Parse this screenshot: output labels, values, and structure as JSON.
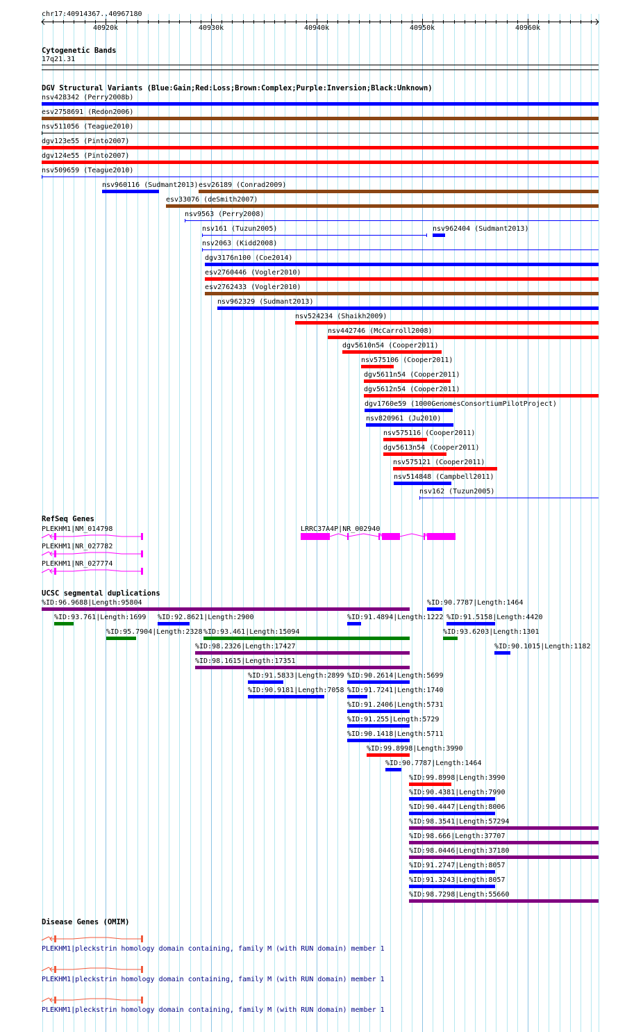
{
  "ruler": {
    "location": "chr17:40914367..40967180",
    "start_kb": 40914.367,
    "end_kb": 40967.18,
    "major_ticks": [
      {
        "kb": 40920,
        "label": "40920k"
      },
      {
        "kb": 40930,
        "label": "40930k"
      },
      {
        "kb": 40940,
        "label": "40940k"
      },
      {
        "kb": 40950,
        "label": "40950k"
      },
      {
        "kb": 40960,
        "label": "40960k"
      }
    ]
  },
  "colors": {
    "gain": "#0000ff",
    "loss": "#ff0000",
    "complex": "#8b4513",
    "inversion": "#800080",
    "unknown": "#000000",
    "green": "#008000",
    "refseq": "#ff00ff",
    "omim": "#f05a3c",
    "omim_text": "#000080",
    "grid": "#b4e8f0",
    "grid_major": "#8cc4e4"
  },
  "cytobands": {
    "title": "Cytogenetic Bands",
    "band": "17q21.31"
  },
  "dgv": {
    "title": "DGV Structural Variants (Blue:Gain;Red:Loss;Brown:Complex;Purple:Inversion;Black:Unknown)",
    "rows": [
      [
        {
          "label": "nsv428342 (Perry2008b)",
          "start": 40913.95,
          "end": 40966.71,
          "type": "gain"
        }
      ],
      [
        {
          "label": "esv2758691 (Redon2006)",
          "start": 40913.95,
          "end": 40966.71,
          "type": "complex"
        }
      ],
      [
        {
          "label": "nsv511056 (Teague2010)",
          "start": 40913.95,
          "end": 40966.71,
          "type": "unknown",
          "thin": true
        }
      ],
      [
        {
          "label": "dgv123e55 (Pinto2007)",
          "start": 40913.95,
          "end": 40966.71,
          "type": "loss"
        }
      ],
      [
        {
          "label": "dgv124e55 (Pinto2007)",
          "start": 40913.95,
          "end": 40966.71,
          "type": "loss"
        }
      ],
      [
        {
          "label": "nsv509659 (Teague2010)",
          "start": 40913.95,
          "end": 40966.71,
          "type": "gain",
          "thin": true
        }
      ],
      [
        {
          "label": "nsv960116 (Sudmant2013)",
          "start": 40919.67,
          "end": 40925.07,
          "type": "gain"
        },
        {
          "label": "esv26189 (Conrad2009)",
          "start": 40928.82,
          "end": 40966.71,
          "type": "complex"
        }
      ],
      [
        {
          "label": "esv33076 (deSmith2007)",
          "start": 40925.72,
          "end": 40966.71,
          "type": "complex"
        }
      ],
      [
        {
          "label": "nsv9563 (Perry2008)",
          "start": 40927.5,
          "end": 40966.71,
          "type": "gain",
          "thin": true
        }
      ],
      [
        {
          "label": "nsv161 (Tuzun2005)",
          "start": 40929.14,
          "end": 40950.46,
          "type": "gain",
          "thin": true
        },
        {
          "label": "nsv962404 (Sudmant2013)",
          "start": 40951.0,
          "end": 40952.17,
          "type": "gain"
        }
      ],
      [
        {
          "label": "nsv2063 (Kidd2008)",
          "start": 40929.14,
          "end": 40966.71,
          "type": "gain",
          "thin": true
        }
      ],
      [
        {
          "label": "dgv3176n100 (Coe2014)",
          "start": 40929.41,
          "end": 40966.71,
          "type": "gain"
        }
      ],
      [
        {
          "label": "esv2760446 (Vogler2010)",
          "start": 40929.41,
          "end": 40966.71,
          "type": "loss"
        }
      ],
      [
        {
          "label": "esv2762433 (Vogler2010)",
          "start": 40929.41,
          "end": 40966.71,
          "type": "complex"
        }
      ],
      [
        {
          "label": "nsv962329 (Sudmant2013)",
          "start": 40930.59,
          "end": 40966.71,
          "type": "gain"
        }
      ],
      [
        {
          "label": "nsv524234 (Shaikh2009)",
          "start": 40937.96,
          "end": 40966.71,
          "type": "loss"
        }
      ],
      [
        {
          "label": "nsv442746 (McCarroll2008)",
          "start": 40941.05,
          "end": 40966.71,
          "type": "loss"
        }
      ],
      [
        {
          "label": "dgv5610n54 (Cooper2011)",
          "start": 40942.43,
          "end": 40951.84,
          "type": "loss"
        }
      ],
      [
        {
          "label": "nsv575106 (Cooper2011)",
          "start": 40944.21,
          "end": 40947.3,
          "type": "loss"
        }
      ],
      [
        {
          "label": "dgv5611n54 (Cooper2011)",
          "start": 40944.47,
          "end": 40952.7,
          "type": "loss"
        }
      ],
      [
        {
          "label": "dgv5612n54 (Cooper2011)",
          "start": 40944.47,
          "end": 40966.71,
          "type": "loss"
        }
      ],
      [
        {
          "label": "dgv1760e59 (1000GenomesConsortiumPilotProject)",
          "start": 40944.54,
          "end": 40952.89,
          "type": "gain"
        }
      ],
      [
        {
          "label": "nsv820961 (Ju2010)",
          "start": 40944.67,
          "end": 40952.96,
          "type": "gain"
        }
      ],
      [
        {
          "label": "nsv575116 (Cooper2011)",
          "start": 40946.32,
          "end": 40950.46,
          "type": "loss"
        }
      ],
      [
        {
          "label": "dgv5613n54 (Cooper2011)",
          "start": 40946.32,
          "end": 40952.3,
          "type": "loss"
        }
      ],
      [
        {
          "label": "nsv575121 (Cooper2011)",
          "start": 40947.24,
          "end": 40957.11,
          "type": "loss"
        }
      ],
      [
        {
          "label": "nsv514848 (Campbell2011)",
          "start": 40947.3,
          "end": 40952.76,
          "type": "gain"
        }
      ],
      [
        {
          "label": "nsv162 (Tuzun2005)",
          "start": 40949.74,
          "end": 40966.71,
          "type": "gain",
          "thin": true
        }
      ]
    ]
  },
  "refseq": {
    "title": "RefSeq Genes",
    "genes": [
      {
        "label": "PLEKHM1|NM_014798",
        "start": 40913.95,
        "end": 40923.49,
        "row": 0
      },
      {
        "label": "PLEKHM1|NR_027782",
        "start": 40913.95,
        "end": 40923.49,
        "row": 1
      },
      {
        "label": "PLEKHM1|NR_027774",
        "start": 40913.95,
        "end": 40923.49,
        "row": 2
      },
      {
        "label": "LRRC37A4P|NR_002940",
        "start": 40938.49,
        "end": 40953.16,
        "row": 0,
        "exons": [
          [
            40938.49,
            40941.25
          ],
          [
            40942.89,
            40943.0
          ],
          [
            40945.85,
            40945.96
          ],
          [
            40946.17,
            40947.89
          ],
          [
            40950.13,
            40950.24
          ],
          [
            40950.46,
            40953.16
          ]
        ]
      }
    ]
  },
  "segdups": {
    "title": "UCSC segmental duplications",
    "rows": [
      [
        {
          "label": "%ID:96.9688|Length:95804",
          "start": 40913.95,
          "end": 40948.82,
          "color": "inversion"
        },
        {
          "label": "%ID:90.7787|Length:1464",
          "start": 40950.46,
          "end": 40951.91,
          "color": "gain"
        }
      ],
      [
        {
          "label": "%ID:93.761|Length:1699",
          "start": 40915.13,
          "end": 40916.97,
          "color": "green"
        },
        {
          "label": "%ID:92.8621|Length:2900",
          "start": 40924.93,
          "end": 40927.96,
          "color": "gain"
        },
        {
          "label": "%ID:91.4894|Length:1222",
          "start": 40942.89,
          "end": 40944.21,
          "color": "gain"
        },
        {
          "label": "%ID:91.5158|Length:4420",
          "start": 40952.3,
          "end": 40956.91,
          "color": "gain"
        }
      ],
      [
        {
          "label": "%ID:95.7904|Length:2328",
          "start": 40920.07,
          "end": 40922.89,
          "color": "green"
        },
        {
          "label": "%ID:93.461|Length:15094",
          "start": 40929.28,
          "end": 40948.82,
          "color": "green"
        },
        {
          "label": "%ID:93.6203|Length:1301",
          "start": 40951.97,
          "end": 40953.36,
          "color": "green"
        }
      ],
      [
        {
          "label": "%ID:98.2326|Length:17427",
          "start": 40928.49,
          "end": 40948.82,
          "color": "inversion"
        },
        {
          "label": "%ID:90.1015|Length:1182",
          "start": 40956.84,
          "end": 40958.36,
          "color": "gain"
        }
      ],
      [
        {
          "label": "%ID:98.1615|Length:17351",
          "start": 40928.49,
          "end": 40948.82,
          "color": "inversion"
        }
      ],
      [
        {
          "label": "%ID:91.5833|Length:2899",
          "start": 40933.49,
          "end": 40936.84,
          "color": "gain"
        },
        {
          "label": "%ID:90.2614|Length:5699",
          "start": 40942.89,
          "end": 40948.82,
          "color": "gain"
        }
      ],
      [
        {
          "label": "%ID:90.9181|Length:7058",
          "start": 40933.49,
          "end": 40940.72,
          "color": "gain"
        },
        {
          "label": "%ID:91.7241|Length:1740",
          "start": 40942.89,
          "end": 40944.8,
          "color": "gain"
        }
      ],
      [
        {
          "label": "%ID:91.2406|Length:5731",
          "start": 40942.89,
          "end": 40948.82,
          "color": "gain"
        }
      ],
      [
        {
          "label": "%ID:91.255|Length:5729",
          "start": 40942.89,
          "end": 40948.82,
          "color": "gain"
        }
      ],
      [
        {
          "label": "%ID:90.1418|Length:5711",
          "start": 40942.89,
          "end": 40948.82,
          "color": "gain"
        }
      ],
      [
        {
          "label": "%ID:99.8998|Length:3990",
          "start": 40944.74,
          "end": 40948.82,
          "color": "loss"
        }
      ],
      [
        {
          "label": "%ID:90.7787|Length:1464",
          "start": 40946.51,
          "end": 40948.03,
          "color": "gain"
        }
      ],
      [
        {
          "label": "%ID:99.8998|Length:3990",
          "start": 40948.75,
          "end": 40952.76,
          "color": "loss"
        }
      ],
      [
        {
          "label": "%ID:90.4381|Length:7990",
          "start": 40948.75,
          "end": 40956.91,
          "color": "gain"
        }
      ],
      [
        {
          "label": "%ID:90.4447|Length:8006",
          "start": 40948.75,
          "end": 40956.91,
          "color": "gain"
        }
      ],
      [
        {
          "label": "%ID:98.3541|Length:57294",
          "start": 40948.75,
          "end": 40966.71,
          "color": "inversion"
        }
      ],
      [
        {
          "label": "%ID:98.666|Length:37707",
          "start": 40948.75,
          "end": 40966.71,
          "color": "inversion"
        }
      ],
      [
        {
          "label": "%ID:98.0446|Length:37180",
          "start": 40948.75,
          "end": 40966.71,
          "color": "inversion"
        }
      ],
      [
        {
          "label": "%ID:91.2747|Length:8057",
          "start": 40948.75,
          "end": 40956.91,
          "color": "gain"
        }
      ],
      [
        {
          "label": "%ID:91.3243|Length:8057",
          "start": 40948.75,
          "end": 40956.91,
          "color": "gain"
        }
      ],
      [
        {
          "label": "%ID:98.7298|Length:55660",
          "start": 40948.75,
          "end": 40966.71,
          "color": "inversion"
        }
      ]
    ]
  },
  "omim": {
    "title": "Disease Genes (OMIM)",
    "genes": [
      {
        "label": "PLEKHM1|pleckstrin homology domain containing, family M (with RUN domain) member 1",
        "start": 40913.95,
        "end": 40923.49
      },
      {
        "label": "PLEKHM1|pleckstrin homology domain containing, family M (with RUN domain) member 1",
        "start": 40913.95,
        "end": 40923.49
      },
      {
        "label": "PLEKHM1|pleckstrin homology domain containing, family M (with RUN domain) member 1",
        "start": 40913.95,
        "end": 40923.49
      }
    ]
  }
}
